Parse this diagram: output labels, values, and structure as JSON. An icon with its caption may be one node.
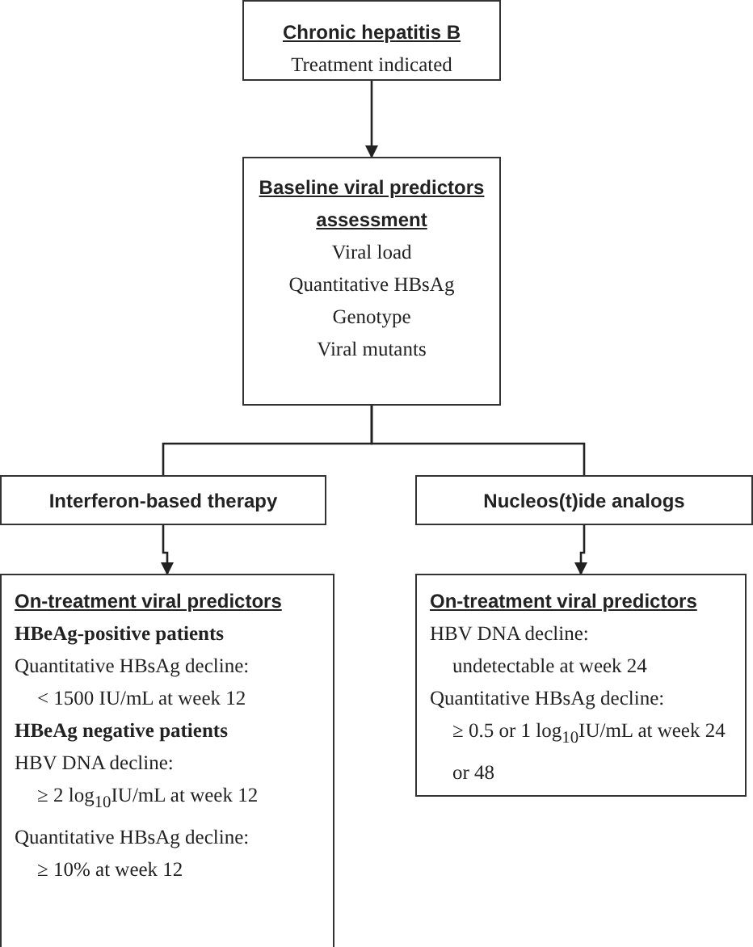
{
  "diagram": {
    "nodes": [
      {
        "text": [
          "Chronic hepatitis B",
          "Treatment indicated"
        ]
      },
      {
        "text": [
          "Baseline viral predictors assessment",
          "Viral load",
          "Quantitative HBsAg",
          "Genotype",
          "Viral mutants"
        ]
      },
      {
        "text": [
          "Interferon-based therapy"
        ]
      },
      {
        "text": [
          "Nucleos(t)ide analogs"
        ]
      },
      {
        "text": [
          "On-treatment viral predictors",
          "HBeAg-positive patients",
          "Quantitative HBsAg decline:",
          "< 1500 IU/mL at week 12",
          "HBeAg negative patients",
          "HBV DNA decline:",
          "≥ 2 log$_{10}$IU/mL at week 12",
          "Quantitative HBsAg decline:",
          "≥ 10% at week 12"
        ]
      },
      {
        "text": [
          "On-treatment viral predictors",
          "HBV DNA decline:",
          "undetectable at week 24",
          "Quantitative HBsAg decline:",
          "≥ 0.5 or 1 log$_{10}$IU/mL at week 24 or 48"
        ]
      }
    ],
    "edges": [
      {
        "from": 0,
        "to": 1,
        "arrow": "to"
      },
      {
        "from": 1,
        "to": 2,
        "arrow": "none"
      },
      {
        "from": 1,
        "to": 3,
        "arrow": "none"
      },
      {
        "from": 2,
        "to": 4,
        "arrow": "to"
      },
      {
        "from": 3,
        "to": 5,
        "arrow": "to"
      }
    ]
  }
}
